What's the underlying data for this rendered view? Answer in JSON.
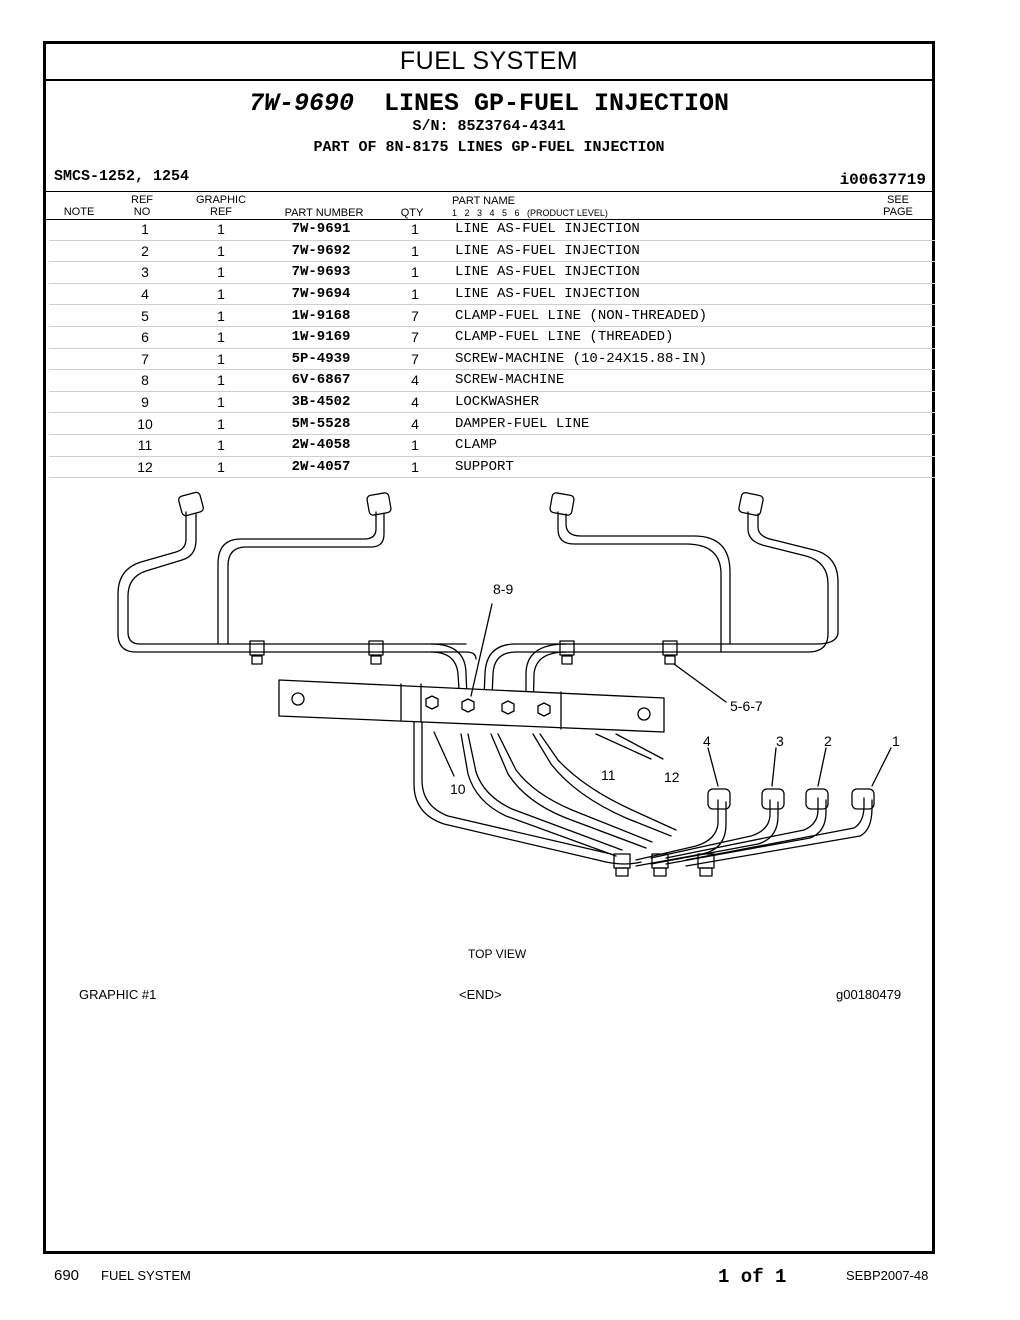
{
  "section_title": "FUEL SYSTEM",
  "part_heading": {
    "number": "7W-9690",
    "name": "LINES GP-FUEL INJECTION"
  },
  "serial_line": "S/N: 85Z3764-4341",
  "part_of_line": "PART OF 8N-8175 LINES GP-FUEL INJECTION",
  "smcs": "SMCS-1252, 1254",
  "illustration_id": "i00637719",
  "columns": {
    "note": "NOTE",
    "ref_no": [
      "REF",
      "NO"
    ],
    "graphic_ref": [
      "GRAPHIC",
      "REF"
    ],
    "part_number": "PART NUMBER",
    "qty": "QTY",
    "part_name": "PART NAME",
    "product_level": "1   2   3   4   5   6   (PRODUCT LEVEL)",
    "see_page": [
      "SEE",
      "PAGE"
    ]
  },
  "parts": [
    {
      "ref": "1",
      "graphic_ref": "1",
      "part_number": "7W-9691",
      "qty": "1",
      "name": "LINE AS-FUEL INJECTION"
    },
    {
      "ref": "2",
      "graphic_ref": "1",
      "part_number": "7W-9692",
      "qty": "1",
      "name": "LINE AS-FUEL INJECTION"
    },
    {
      "ref": "3",
      "graphic_ref": "1",
      "part_number": "7W-9693",
      "qty": "1",
      "name": "LINE AS-FUEL INJECTION"
    },
    {
      "ref": "4",
      "graphic_ref": "1",
      "part_number": "7W-9694",
      "qty": "1",
      "name": "LINE AS-FUEL INJECTION"
    },
    {
      "ref": "5",
      "graphic_ref": "1",
      "part_number": "1W-9168",
      "qty": "7",
      "name": "CLAMP-FUEL LINE (NON-THREADED)"
    },
    {
      "ref": "6",
      "graphic_ref": "1",
      "part_number": "1W-9169",
      "qty": "7",
      "name": "CLAMP-FUEL LINE (THREADED)"
    },
    {
      "ref": "7",
      "graphic_ref": "1",
      "part_number": "5P-4939",
      "qty": "7",
      "name": "SCREW-MACHINE (10-24X15.88-IN)"
    },
    {
      "ref": "8",
      "graphic_ref": "1",
      "part_number": "6V-6867",
      "qty": "4",
      "name": "SCREW-MACHINE"
    },
    {
      "ref": "9",
      "graphic_ref": "1",
      "part_number": "3B-4502",
      "qty": "4",
      "name": "LOCKWASHER"
    },
    {
      "ref": "10",
      "graphic_ref": "1",
      "part_number": "5M-5528",
      "qty": "4",
      "name": "DAMPER-FUEL LINE"
    },
    {
      "ref": "11",
      "graphic_ref": "1",
      "part_number": "2W-4058",
      "qty": "1",
      "name": "CLAMP"
    },
    {
      "ref": "12",
      "graphic_ref": "1",
      "part_number": "2W-4057",
      "qty": "1",
      "name": "SUPPORT"
    }
  ],
  "callouts": {
    "c89": "8-9",
    "c567": "5-6-7",
    "c4": "4",
    "c3": "3",
    "c2": "2",
    "c1": "1",
    "c11": "11",
    "c12": "12",
    "c10": "10"
  },
  "view_label": "TOP VIEW",
  "graphic_caption": "GRAPHIC #1",
  "end_marker": "<END>",
  "graphic_id": "g00180479",
  "footer": {
    "page_number": "690",
    "section": "FUEL SYSTEM",
    "page_of": "1 of 1",
    "doc_id": "SEBP2007-48"
  }
}
